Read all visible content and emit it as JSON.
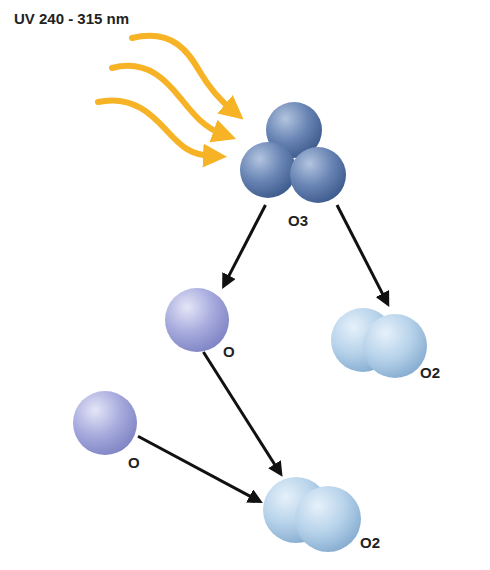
{
  "diagram": {
    "nodes": [
      {
        "text": [
          "O3"
        ]
      },
      {
        "text": [
          "O"
        ]
      },
      {
        "text": [
          "O2"
        ]
      },
      {
        "text": [
          "O"
        ]
      },
      {
        "text": [
          "O2"
        ]
      }
    ],
    "edges": [
      {
        "from": 0,
        "to": 1,
        "arrow": "to"
      },
      {
        "from": 0,
        "to": 2,
        "arrow": "to"
      },
      {
        "from": 1,
        "to": 4,
        "arrow": "to"
      },
      {
        "from": 3,
        "to": 4,
        "arrow": "to"
      }
    ],
    "labels": [
      "UV 240 - 315 nm"
    ]
  }
}
